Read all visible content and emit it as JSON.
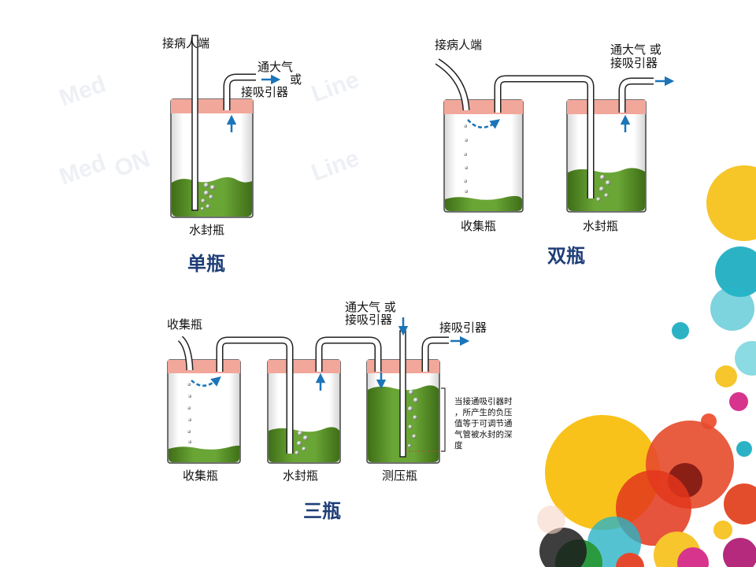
{
  "single": {
    "title": "单瓶",
    "patient_label": "接病人端",
    "vent_line1": "通大气",
    "vent_line2": "或",
    "vent_line3": "接吸引器",
    "bottle_label": "水封瓶"
  },
  "double": {
    "title": "双瓶",
    "patient_label": "接病人端",
    "vent_line1": "通大气 或",
    "vent_line2": "接吸引器",
    "bottle1_label": "收集瓶",
    "bottle2_label": "水封瓶"
  },
  "triple": {
    "title": "三瓶",
    "inlet_label": "收集瓶",
    "vent_line1": "通大气 或",
    "vent_line2": "接吸引器",
    "suction_label": "接吸引器",
    "bottle1_label": "收集瓶",
    "bottle2_label": "水封瓶",
    "bottle3_label": "测压瓶",
    "note": [
      "当接通吸引器时",
      "，所产生的负压",
      "值等于可调节通",
      "气管被水封的深",
      "度"
    ]
  },
  "watermarks": [
    "Med",
    "ON",
    "Line"
  ],
  "colors": {
    "cap": "#f2a79b",
    "water": "#5e9a2c",
    "water_dark": "#3f6e17",
    "arrow": "#1b75b8",
    "title": "#1f3e78",
    "tube": "#222222"
  }
}
